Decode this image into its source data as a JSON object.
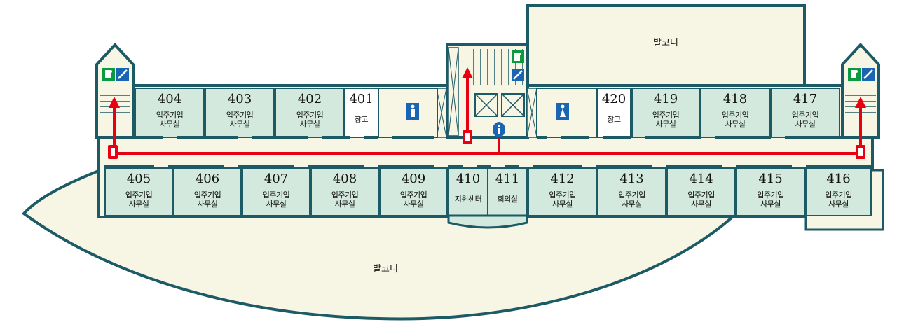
{
  "floor_rooms": {
    "top_left": [
      {
        "number": "404",
        "name": "입주기업\n사무실"
      },
      {
        "number": "403",
        "name": "입주기업\n사무실"
      },
      {
        "number": "402",
        "name": "입주기업\n사무실"
      },
      {
        "number": "401",
        "name": "창고"
      }
    ],
    "top_right": [
      {
        "number": "420",
        "name": "창고"
      },
      {
        "number": "419",
        "name": "입주기업\n사무실"
      },
      {
        "number": "418",
        "name": "입주기업\n사무실"
      },
      {
        "number": "417",
        "name": "입주기업\n사무실"
      }
    ],
    "bottom": [
      {
        "number": "405",
        "name": "입주기업\n사무실"
      },
      {
        "number": "406",
        "name": "입주기업\n사무실"
      },
      {
        "number": "407",
        "name": "입주기업\n사무실"
      },
      {
        "number": "408",
        "name": "입주기업\n사무실"
      },
      {
        "number": "409",
        "name": "입주기업\n사무실"
      },
      {
        "number": "410",
        "name": "지원센터"
      },
      {
        "number": "411",
        "name": "회의실"
      },
      {
        "number": "412",
        "name": "입주기업\n사무실"
      },
      {
        "number": "413",
        "name": "입주기업\n사무실"
      },
      {
        "number": "414",
        "name": "입주기업\n사무실"
      },
      {
        "number": "415",
        "name": "입주기업\n사무실"
      },
      {
        "number": "416",
        "name": "입주기업\n사무실"
      }
    ]
  },
  "balcony_top": "발코니",
  "balcony_bottom": "발코니",
  "icons": [
    "emergency-exit-icon",
    "stairs-icon",
    "restroom-icon",
    "accessible-restroom-icon",
    "elevator-icon",
    "fire-extinguisher-icon",
    "evacuation-route-arrow"
  ],
  "colors": {
    "wall": "#1c5a66",
    "room_fill": "#d3e9de",
    "balcony_fill": "#f7f5e3",
    "route": "#e60012",
    "exit_green": "#0a9a3f",
    "sign_blue": "#1a64b4"
  }
}
